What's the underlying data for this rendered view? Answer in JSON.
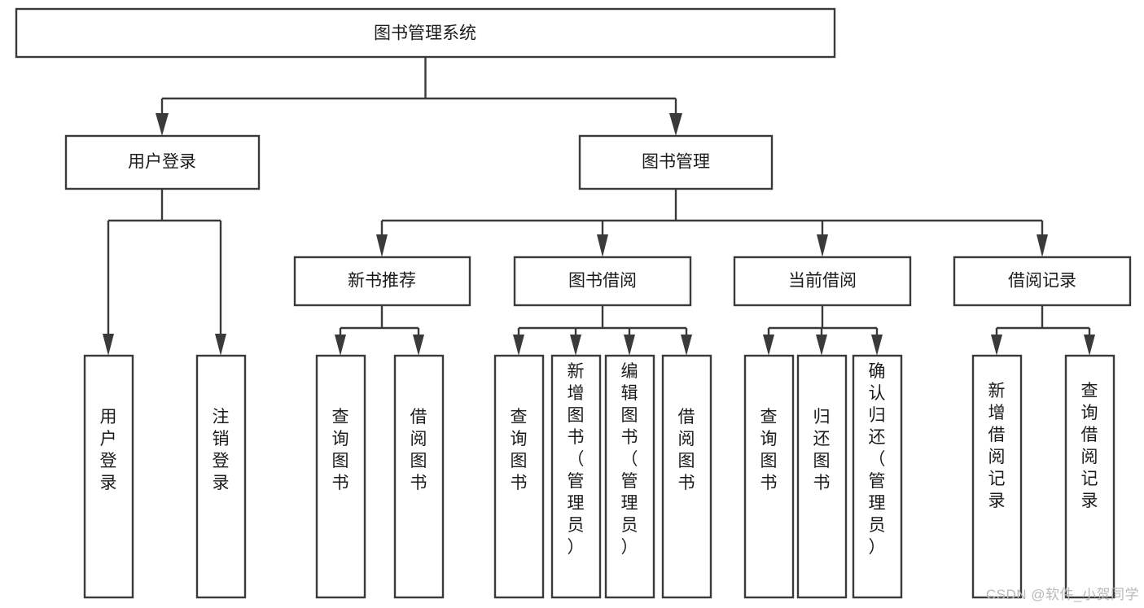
{
  "diagram": {
    "type": "tree-hierarchy",
    "title": "图书管理系统",
    "watermark": "CSDN @软件_小贺同学",
    "colors": {
      "box_stroke": "#3a3a3a",
      "box_fill": "#ffffff",
      "text": "#1b1b1b",
      "background": "#ffffff",
      "watermark": "#b9b9b9"
    },
    "root": {
      "id": "root",
      "label": "图书管理系统"
    },
    "level2": [
      {
        "id": "user-login",
        "label": "用户登录"
      },
      {
        "id": "book-manage",
        "label": "图书管理"
      }
    ],
    "level3": [
      {
        "id": "new-book-recommend",
        "label": "新书推荐",
        "parent": "book-manage"
      },
      {
        "id": "book-borrow",
        "label": "图书借阅",
        "parent": "book-manage"
      },
      {
        "id": "current-borrow",
        "label": "当前借阅",
        "parent": "book-manage"
      },
      {
        "id": "borrow-record",
        "label": "借阅记录",
        "parent": "book-manage"
      }
    ],
    "leaves": [
      {
        "id": "leaf-user-login",
        "label": "用户登录",
        "parent": "user-login"
      },
      {
        "id": "leaf-logout-login",
        "label": "注销登录",
        "parent": "user-login"
      },
      {
        "id": "leaf-query-book-1",
        "label": "查询图书",
        "parent": "new-book-recommend"
      },
      {
        "id": "leaf-borrow-book-1",
        "label": "借阅图书",
        "parent": "new-book-recommend"
      },
      {
        "id": "leaf-query-book-2",
        "label": "查询图书",
        "parent": "book-borrow"
      },
      {
        "id": "leaf-add-book",
        "label": "新增图书（管理员）",
        "parent": "book-borrow"
      },
      {
        "id": "leaf-edit-book",
        "label": "编辑图书（管理员）",
        "parent": "book-borrow"
      },
      {
        "id": "leaf-borrow-book-2",
        "label": "借阅图书",
        "parent": "book-borrow"
      },
      {
        "id": "leaf-query-book-3",
        "label": "查询图书",
        "parent": "current-borrow"
      },
      {
        "id": "leaf-return-book",
        "label": "归还图书",
        "parent": "current-borrow"
      },
      {
        "id": "leaf-confirm-return",
        "label": "确认归还（管理员）",
        "parent": "current-borrow"
      },
      {
        "id": "leaf-add-record",
        "label": "新增借阅记录",
        "parent": "borrow-record"
      },
      {
        "id": "leaf-query-record",
        "label": "查询借阅记录",
        "parent": "borrow-record"
      }
    ]
  }
}
